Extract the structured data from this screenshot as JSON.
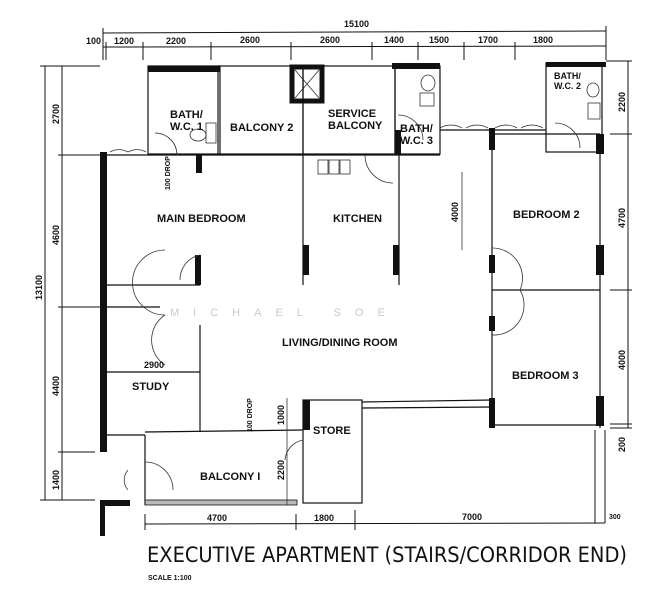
{
  "dimensions": {
    "top_total": "15100",
    "top": [
      "100",
      "1200",
      "2200",
      "2600",
      "2600",
      "1400",
      "1500",
      "1700",
      "1800"
    ],
    "left_total": "13100",
    "left": [
      "2700",
      "4600",
      "4400",
      "1400"
    ],
    "right": [
      "2200",
      "4700",
      "4000",
      "200"
    ],
    "bottom": [
      "4700",
      "1800",
      "7000",
      "300"
    ],
    "internal": {
      "study_width": "2900",
      "living_depth": "4000",
      "balcony_drop_a": "100 DROP",
      "balcony_drop_b": "100 DROP",
      "balcony1_upper": "1000",
      "balcony1_lower": "2200"
    }
  },
  "rooms": {
    "bath_wc1": [
      "BATH/",
      "W.C. 1"
    ],
    "balcony2": "BALCONY 2",
    "service_balcony": [
      "SERVICE",
      "BALCONY"
    ],
    "bath_wc3": [
      "BATH/",
      "W.C. 3"
    ],
    "bath_wc2": [
      "BATH/",
      "W.C. 2"
    ],
    "main_bedroom": "MAIN BEDROOM",
    "kitchen": "KITCHEN",
    "bedroom2": "BEDROOM 2",
    "living_dining": "LIVING/DINING ROOM",
    "bedroom3": "BEDROOM 3",
    "study": "STUDY",
    "balcony1": "BALCONY I",
    "store": "STORE"
  },
  "title": "EXECUTIVE APARTMENT (STAIRS/CORRIDOR END)",
  "scale": "SCALE 1:100",
  "watermark": "MICHAEL SOE"
}
